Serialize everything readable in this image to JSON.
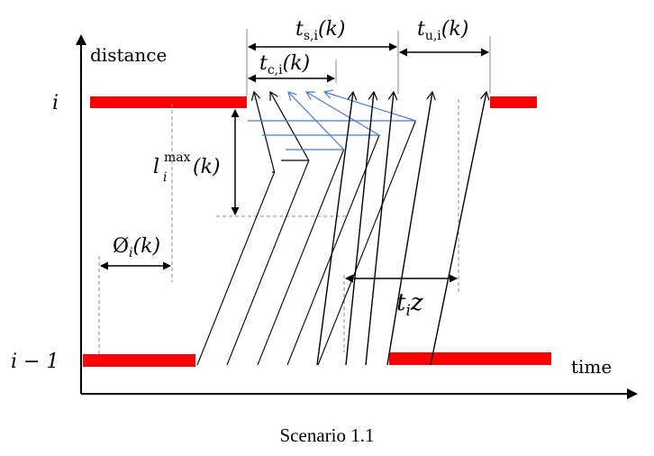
{
  "axes": {
    "y_label": "distance",
    "x_label": "time"
  },
  "levels": {
    "upper": "i",
    "lower": "i − 1"
  },
  "annotations": {
    "t_s": {
      "base": "t",
      "sub": "s,i",
      "arg": "(k)"
    },
    "t_u": {
      "base": "t",
      "sub": "u,i",
      "arg": "(k)"
    },
    "t_c": {
      "base": "t",
      "sub": "c,i",
      "arg": "(k)"
    },
    "l_max": {
      "base": "l",
      "sub": "i",
      "sup": "max",
      "arg": "(k)"
    },
    "phi": {
      "base": "Ø",
      "sub": "i",
      "arg": "(k)"
    },
    "t_z": {
      "base": "t",
      "sub": "i",
      "tail": "z"
    }
  },
  "caption": "Scenario 1.1",
  "colors": {
    "signal_red": "#ff0000",
    "queue_blue": "#4a7bd0",
    "ink": "#000000",
    "guide": "#888888"
  }
}
